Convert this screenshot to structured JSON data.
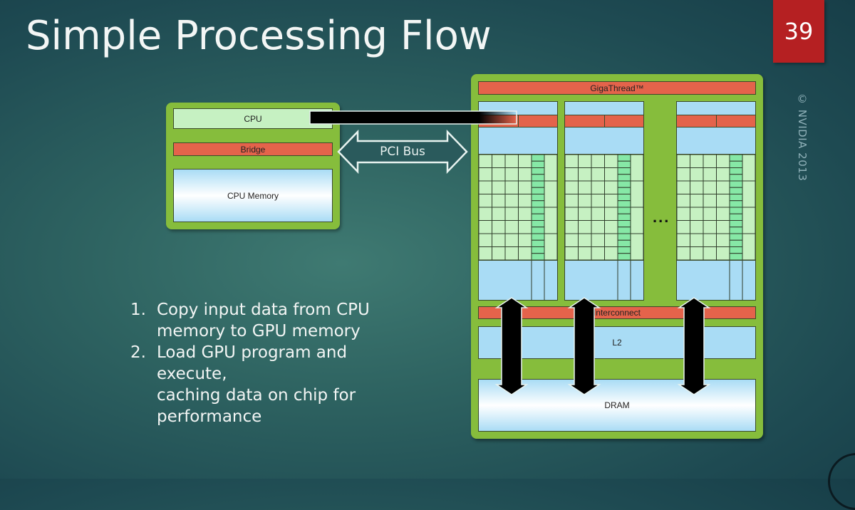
{
  "slide": {
    "title": "Simple Processing Flow",
    "number": "39",
    "copyright": "© NVIDIA 2013"
  },
  "cpu_side": {
    "cpu_label": "CPU",
    "bridge_label": "Bridge",
    "memory_label": "CPU Memory"
  },
  "bus": {
    "label": "PCI Bus"
  },
  "gpu_side": {
    "scheduler_label": "GigaThread™",
    "interconnect_label": "Interconnect",
    "l2_label": "L2",
    "dram_label": "DRAM",
    "ellipsis": "..."
  },
  "steps": [
    {
      "num": "1.",
      "text": "Copy input data from CPU memory to GPU memory"
    },
    {
      "num": "2.",
      "text": "Load GPU program and execute,"
    },
    {
      "num": "",
      "text": "caching data on chip for performance"
    }
  ],
  "colors": {
    "board_green": "#86bd3c",
    "bar_red": "#e4634b",
    "memory_blue": "#a9dcf5",
    "core_green": "#c6f1c2",
    "slide_number_red": "#b52022"
  }
}
